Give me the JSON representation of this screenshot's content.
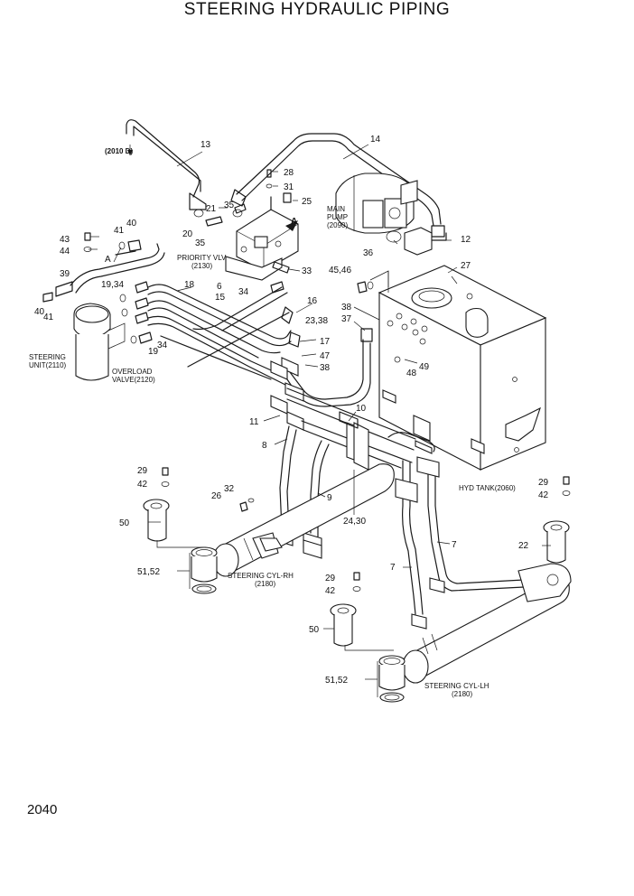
{
  "title": "STEERING HYDRAULIC PIPING",
  "page_number": "2040",
  "part_labels": [
    "13",
    "14",
    "28",
    "31",
    "25",
    "21",
    "35",
    "20",
    "35",
    "40",
    "41",
    "43",
    "44",
    "A",
    "12",
    "27",
    "39",
    "19,34",
    "18",
    "6",
    "15",
    "34",
    "33",
    "45,46",
    "36",
    "40",
    "41",
    "16",
    "38",
    "37",
    "23,38",
    "17",
    "47",
    "38",
    "34",
    "19",
    "11",
    "10",
    "49",
    "48",
    "8",
    "29",
    "42",
    "26",
    "32",
    "9",
    "50",
    "24,30",
    "29",
    "42",
    "7",
    "22",
    "7",
    "51,52",
    "29",
    "42",
    "50",
    "51,52"
  ],
  "callouts": {
    "ref_2010": "(2010 D)",
    "marker_a": "A",
    "main_pump_line1": "MAIN",
    "main_pump_line2": "PUMP",
    "main_pump_line3": "(2090)",
    "priority_line1": "PRIORITY VLV",
    "priority_line2": "(2130)",
    "steering_unit_line1": "STEERING",
    "steering_unit_line2": "UNIT(2110)",
    "overload_line1": "OVERLOAD",
    "overload_line2": "VALVE(2120)",
    "hyd_tank": "HYD TANK(2060)",
    "cyl_rh_line1": "STEERING CYL-RH",
    "cyl_rh_line2": "(2180)",
    "cyl_lh_line1": "STEERING CYL-LH",
    "cyl_lh_line2": "(2180)"
  }
}
